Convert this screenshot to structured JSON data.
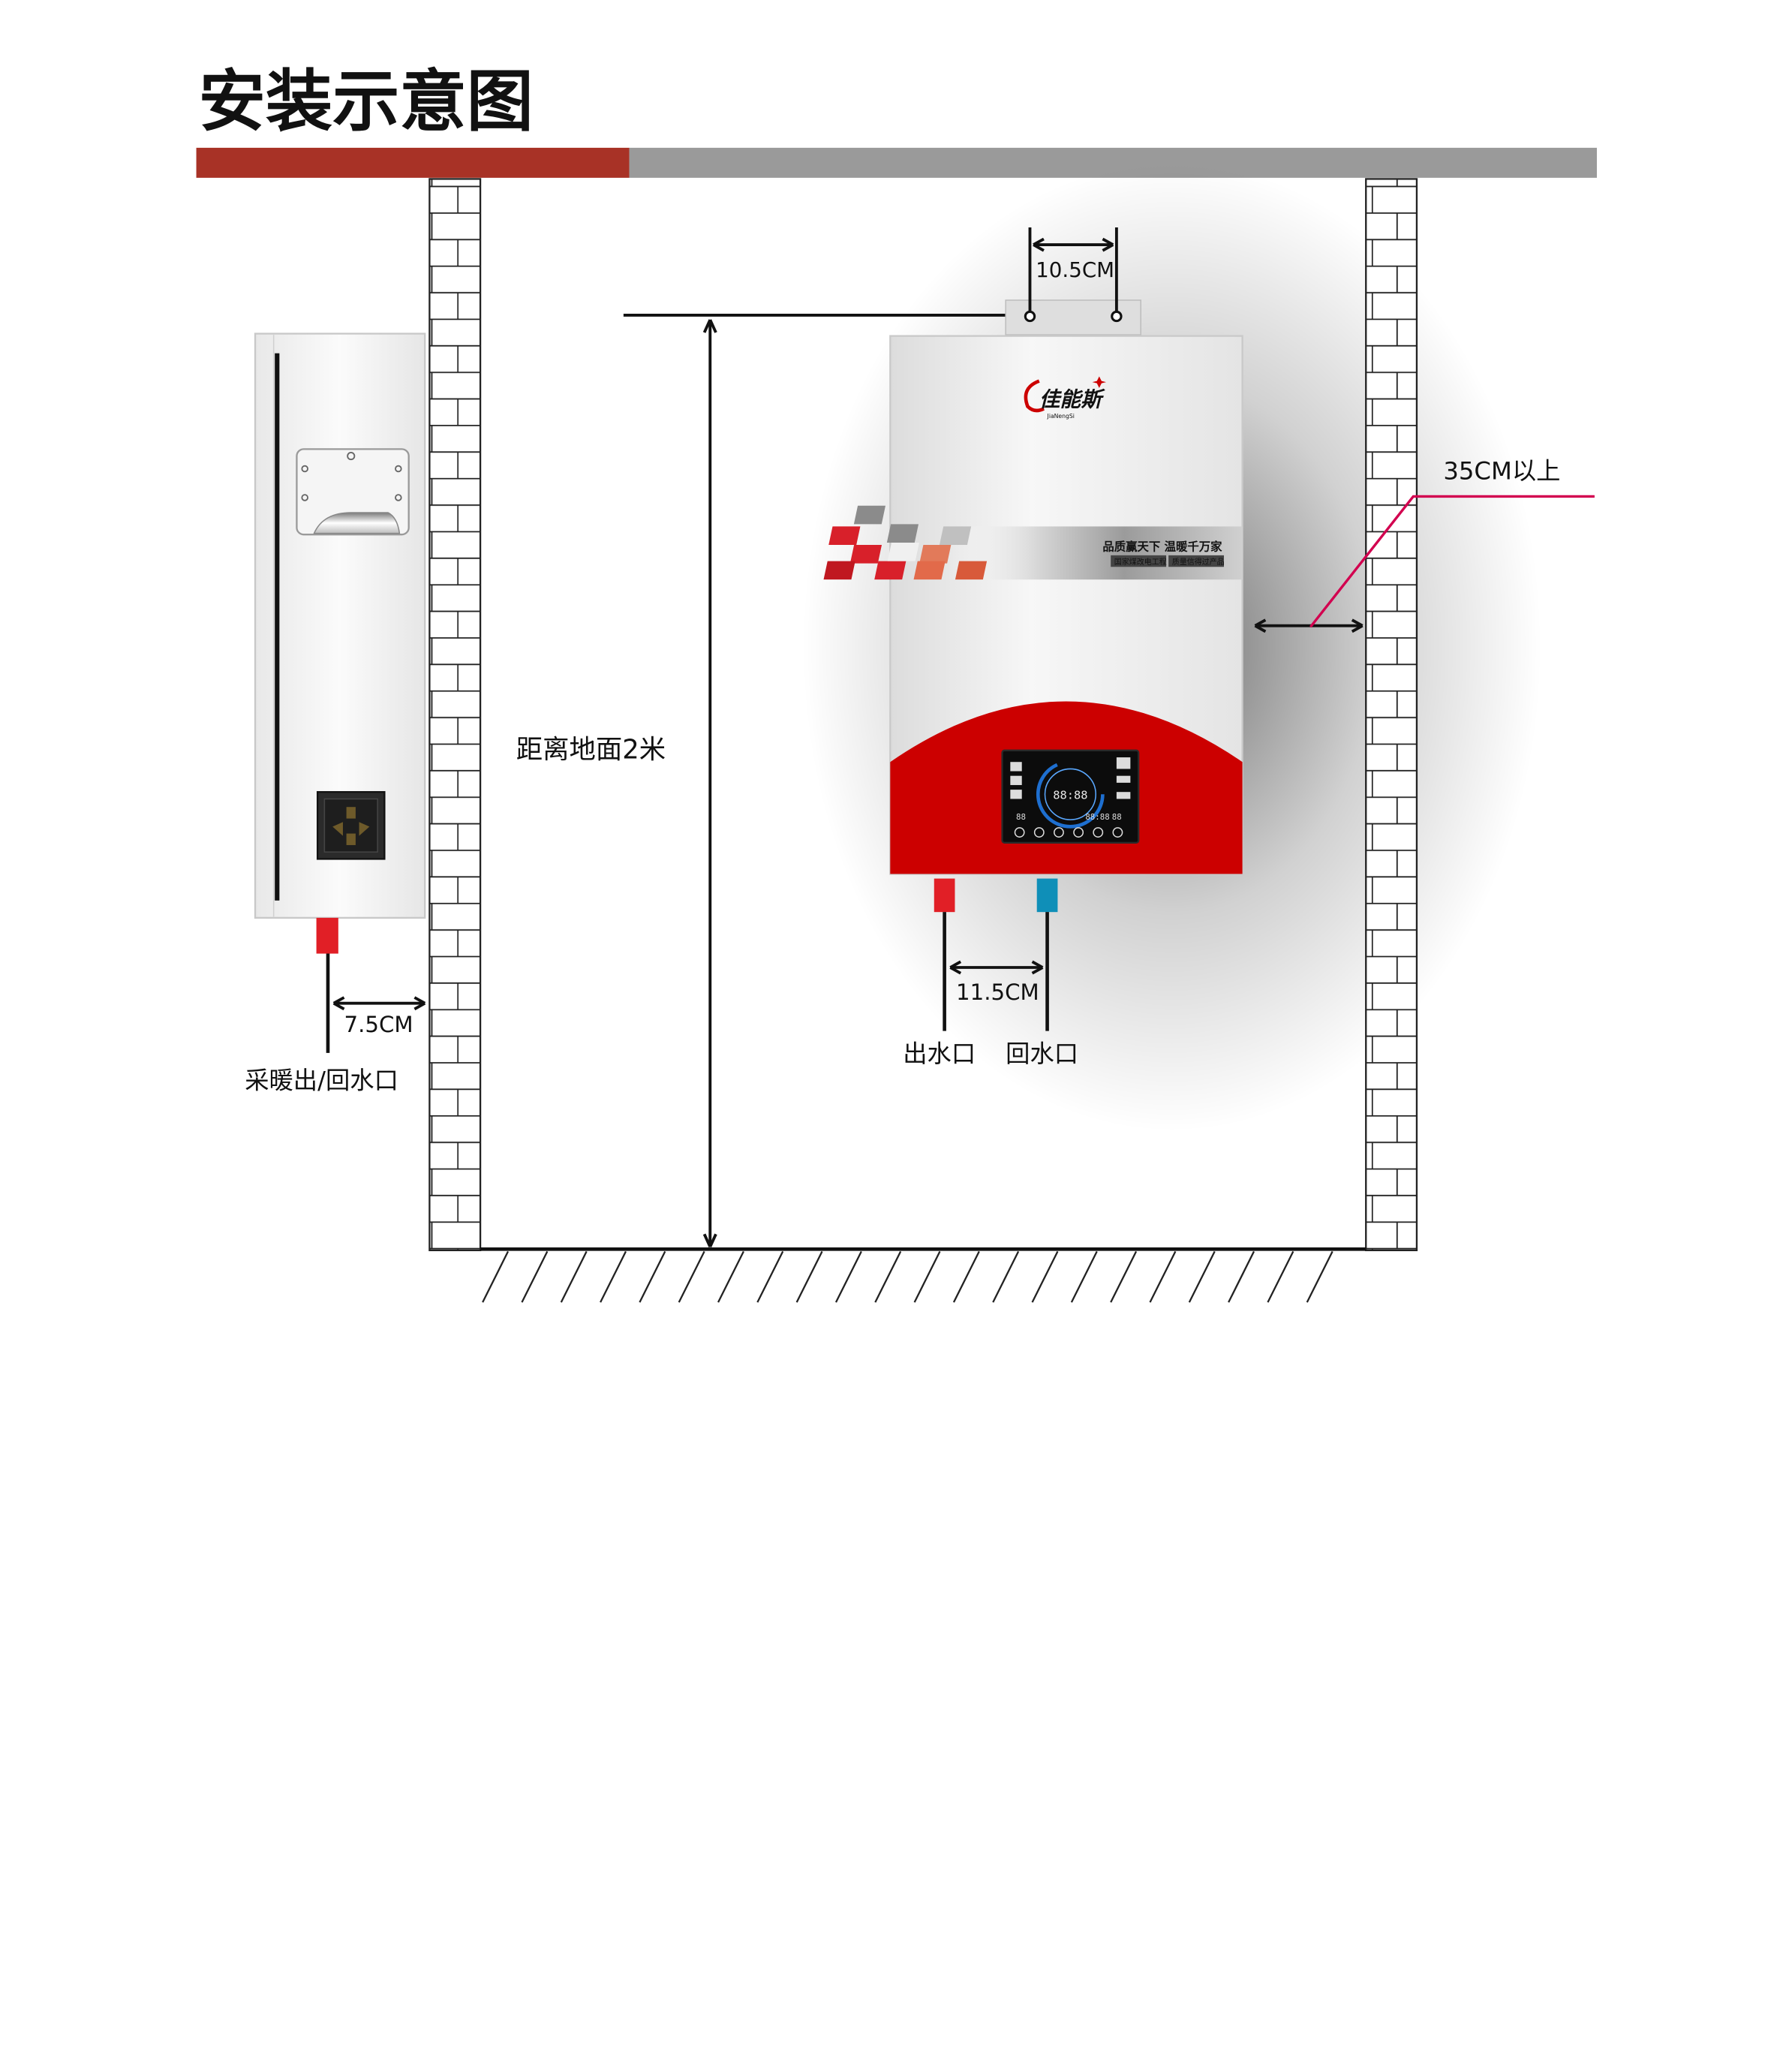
{
  "title": "安装示意图",
  "colors": {
    "title_bar_red": "#a83226",
    "title_bar_gray": "#9a9a9a",
    "body_red": "#cc0000",
    "outlet_red": "#e11f26",
    "return_blue": "#0f8fb8",
    "clearance_line": "#d2004f"
  },
  "labels": {
    "top_spacing": "10.5CM",
    "height_from_floor": "距离地面2米",
    "side_clearance": "35CM以上",
    "pipe_spacing": "11.5CM",
    "outlet": "出水口",
    "return": "回水口",
    "side_pipe_gap": "7.5CM",
    "side_pipe": "采暖出/回水口"
  },
  "device": {
    "brand": "佳能斯",
    "brand_sub": "JiaNengSi",
    "slogan_main": "品质赢天下  温暖千万家",
    "slogan_sub_1": "国家煤改电工程",
    "slogan_sub_2": "质量信得过产品",
    "display_digits": "88:88",
    "icons": [
      "settings-icon",
      "flame-icon",
      "temperature-icon",
      "power-icon",
      "plus-icon",
      "minus-icon"
    ]
  }
}
